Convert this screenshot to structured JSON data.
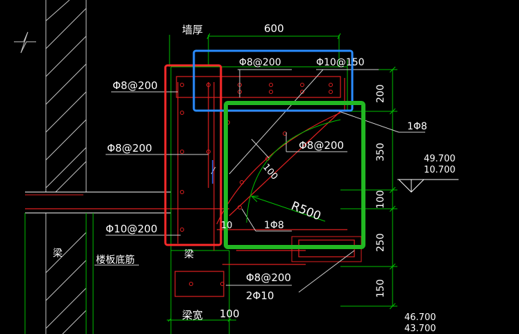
{
  "labels": {
    "wall_thickness": "墙厚",
    "dim_600": "600",
    "phi8_200_top": "Φ8@200",
    "phi10_150": "Φ10@150",
    "phi8_200_left_top": "Φ8@200",
    "phi8_200_left_mid": "Φ8@200",
    "phi10_200_left": "Φ10@200",
    "phi8_200_right": "Φ8@200",
    "one_phi8_right": "1Φ8",
    "one_phi8_lower": "1Φ8",
    "dim_100_diag": "100",
    "radius": "R500",
    "beam_left": "梁",
    "beam_center": "梁",
    "floor_bottom_bar": "楼板底筋",
    "phi8_200_beam": "Φ8@200",
    "two_phi10": "2Φ10",
    "beam_width": "梁宽",
    "dim_100_bottom": "100",
    "dim_200": "200",
    "dim_350": "350",
    "dim_100_right": "100",
    "dim_250": "250",
    "dim_150": "150",
    "elev_49700": "49.700",
    "elev_10700": "10.700",
    "elev_46700": "46.700",
    "elev_43700": "43.700",
    "dim_10": "10"
  },
  "highlights": {
    "red_box_color": "#ff2a2a",
    "blue_box_color": "#2a8cff",
    "green_box_color": "#22b822"
  },
  "colors": {
    "background": "#000000",
    "text": "#ffffff",
    "green_lines": "#00c000",
    "red_lines": "#e02020",
    "white_lines": "#d0d0d0"
  }
}
